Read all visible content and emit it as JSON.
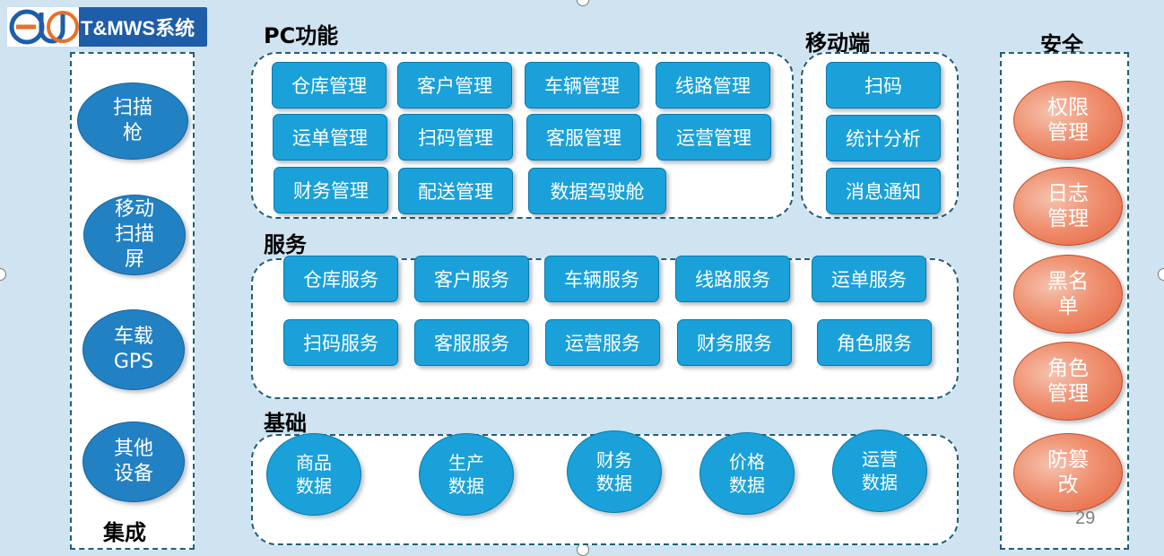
{
  "logo": {
    "mark": "eu",
    "title": "T&MWS系统"
  },
  "integration": {
    "heading": "集成",
    "items": [
      "扫描\n枪",
      "移动\n扫描\n屏",
      "车载\nGPS",
      "其他\n设备"
    ]
  },
  "pc": {
    "heading": "PC功能",
    "items": [
      "仓库管理",
      "客户管理",
      "车辆管理",
      "线路管理",
      "运单管理",
      "扫码管理",
      "客服管理",
      "运营管理",
      "财务管理",
      "配送管理",
      "数据驾驶舱"
    ]
  },
  "mobile": {
    "heading": "移动端",
    "items": [
      "扫码",
      "统计分析",
      "消息通知"
    ]
  },
  "services": {
    "heading": "服务",
    "items": [
      "仓库服务",
      "客户服务",
      "车辆服务",
      "线路服务",
      "运单服务",
      "扫码服务",
      "客服服务",
      "运营服务",
      "财务服务",
      "角色服务"
    ]
  },
  "base": {
    "heading": "基础",
    "items": [
      "商品\n数据",
      "生产\n数据",
      "财务\n数据",
      "价格\n数据",
      "运营\n数据"
    ]
  },
  "security": {
    "heading": "安全",
    "items": [
      "权限\n管理",
      "日志\n管理",
      "黑名\n单",
      "角色\n管理",
      "防篡\n改"
    ]
  },
  "page_number": "29",
  "colors": {
    "button_blue": "#1aa1d9",
    "circle_blue": "#2281c3",
    "security_orange": "#e4623c",
    "dash_border": "#1f5f7a",
    "background": "#cfe3f1"
  }
}
